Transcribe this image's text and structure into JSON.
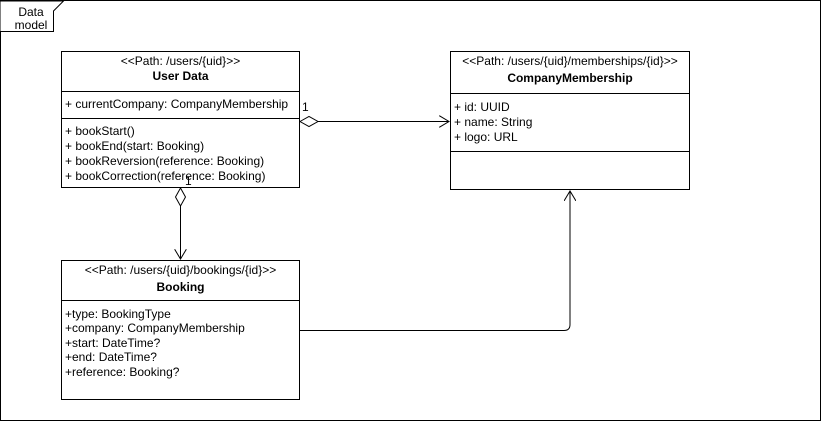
{
  "frame": {
    "label_line1": "Data",
    "label_line2": "model"
  },
  "classes": {
    "user_data": {
      "stereotype": "<<Path: /users/{uid}>>",
      "name": "User Data",
      "attributes": [
        "+ currentCompany: CompanyMembership"
      ],
      "methods": [
        "+ bookStart()",
        "+ bookEnd(start: Booking)",
        "+ bookReversion(reference: Booking)",
        "+ bookCorrection(reference: Booking)"
      ]
    },
    "company_membership": {
      "stereotype": "<<Path: /users/{uid}/memberships/{id}>>",
      "name": "CompanyMembership",
      "attributes": [
        "+ id: UUID",
        "+ name: String",
        "+ logo: URL"
      ],
      "methods": []
    },
    "booking": {
      "stereotype": "<<Path: /users/{uid}/bookings/{id}>>",
      "name": "Booking",
      "attributes": [
        "+type: BookingType",
        "+company: CompanyMembership",
        "+start: DateTime?",
        "+end: DateTime?",
        "+reference: Booking?"
      ]
    }
  },
  "associations": {
    "userdata_to_company_multiplicity": "1",
    "userdata_to_booking_multiplicity": "1"
  }
}
